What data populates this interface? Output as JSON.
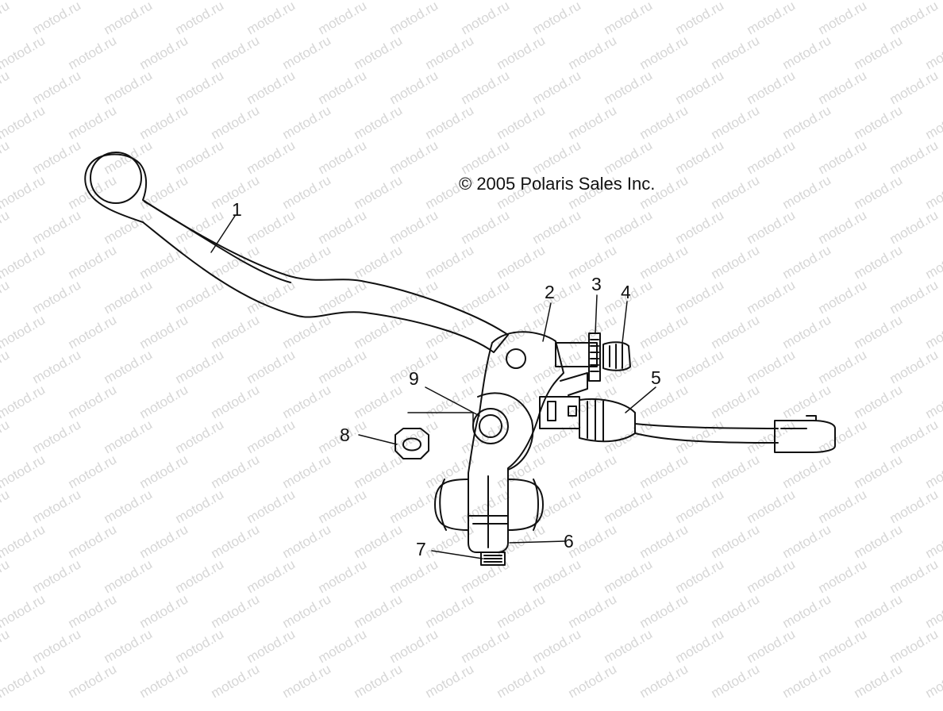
{
  "copyright": "© 2005 Polaris Sales Inc.",
  "watermark": "motod.ru",
  "callouts": [
    "1",
    "2",
    "3",
    "4",
    "5",
    "6",
    "7",
    "8",
    "9"
  ],
  "colors": {
    "line": "#111111",
    "watermark": "#d6d6d6",
    "background": "#ffffff"
  }
}
